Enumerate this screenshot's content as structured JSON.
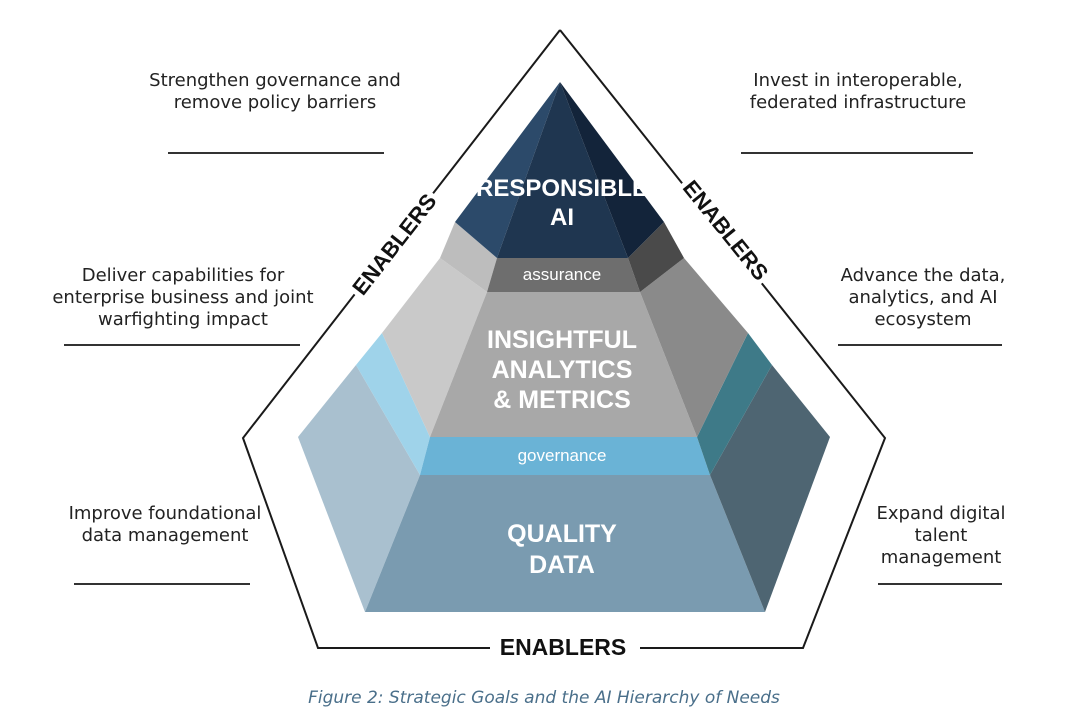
{
  "diagram": {
    "tiers": [
      {
        "id": "responsible-ai",
        "lines": [
          "RESPONSIBLE",
          "AI"
        ],
        "colors": {
          "center": "#1f3650",
          "left": "#2c4a6a",
          "right": "#13243a"
        }
      },
      {
        "id": "assurance",
        "label": "assurance",
        "colors": {
          "band": "#6e6e6e",
          "left": "#bdbdbd",
          "right": "#4a4a4a"
        }
      },
      {
        "id": "insightful",
        "lines": [
          "INSIGHTFUL",
          "ANALYTICS",
          "& METRICS"
        ],
        "colors": {
          "center": "#a8a8a8",
          "left": "#c9c9c9",
          "right": "#8a8a8a"
        }
      },
      {
        "id": "governance",
        "label": "governance",
        "colors": {
          "band": "#6ab3d6",
          "left": "#9fd3ea",
          "right": "#3e7a88"
        }
      },
      {
        "id": "quality",
        "lines": [
          "QUALITY",
          "DATA"
        ],
        "colors": {
          "center": "#7a9bb0",
          "left": "#a9c0cf",
          "right": "#4e6572"
        }
      }
    ],
    "enablers": {
      "left": "ENABLERS",
      "right": "ENABLERS",
      "bottom": "ENABLERS"
    },
    "goals": {
      "top_left": "Strengthen governance and remove policy barriers",
      "mid_left": "Deliver capabilities for enterprise business and joint warfighting impact",
      "bottom_left": "Improve foundational data management",
      "top_right": "Invest in interoperable, federated infrastructure",
      "mid_right": "Advance the data, analytics, and AI ecosystem",
      "bottom_right": "Expand digital talent management"
    },
    "caption": "Figure 2: Strategic Goals and the AI Hierarchy of Needs"
  }
}
